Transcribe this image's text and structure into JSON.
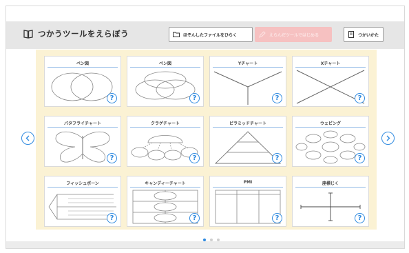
{
  "toolbar": {
    "title": "つかうツールをえらぼう",
    "open_saved_label": "ほぞんしたファイルをひらく",
    "disabled_label": "えらんだツールではじめる",
    "usage_label": "つかいかた"
  },
  "cards": [
    {
      "title": "ベン図"
    },
    {
      "title": "ベン図"
    },
    {
      "title": "Yチャート"
    },
    {
      "title": "Xチャート"
    },
    {
      "title": "バタフライチャート"
    },
    {
      "title": "クラゲチャート"
    },
    {
      "title": "ピラミッドチャート"
    },
    {
      "title": "ウェビング"
    },
    {
      "title": "フィッシュボーン"
    },
    {
      "title": "キャンディーチャート"
    },
    {
      "title": "PMI"
    },
    {
      "title": "座標じく"
    }
  ],
  "help_symbol": "?",
  "pagination": {
    "current": 1,
    "total": 3
  },
  "colors": {
    "accent": "#2f8ae0",
    "tray": "#fbf2d4",
    "disabled": "#f6c1c1"
  }
}
